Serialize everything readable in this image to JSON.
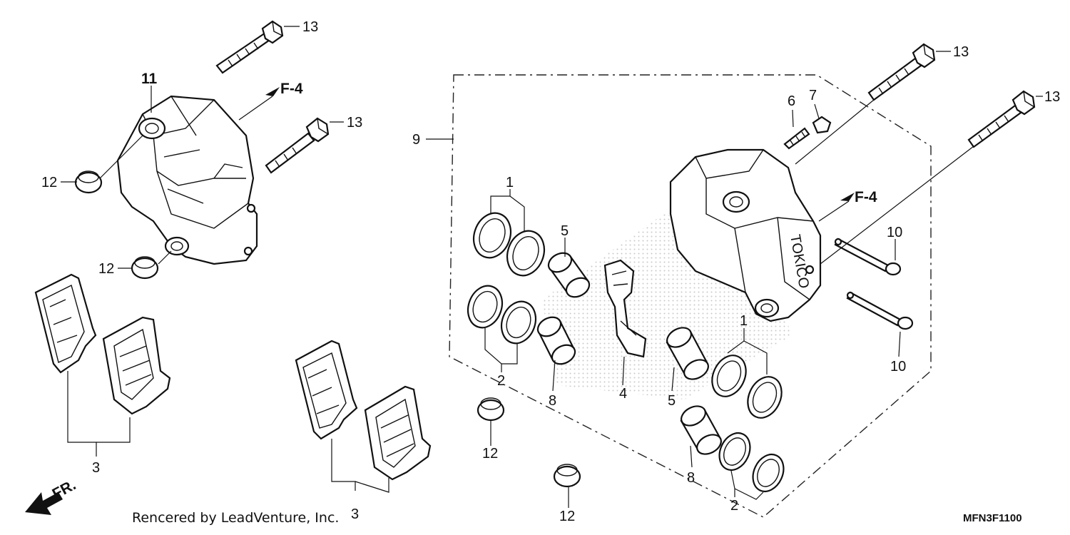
{
  "diagram": {
    "callouts": {
      "c1_top": "1",
      "c1_right": "1",
      "c2_left": "2",
      "c2_right": "2",
      "c3_left": "3",
      "c3_mid": "3",
      "c4": "4",
      "c5_top": "5",
      "c5_bottom": "5",
      "c6": "6",
      "c7": "7",
      "c8_left": "8",
      "c8_right": "8",
      "c9": "9",
      "c10_top": "10",
      "c10_bottom": "10",
      "c11": "11",
      "c12_a": "12",
      "c12_b": "12",
      "c12_c": "12",
      "c12_d": "12",
      "c13_a": "13",
      "c13_b": "13",
      "c13_c": "13",
      "c13_d": "13",
      "f4_left": "F-4",
      "f4_right": "F-4"
    },
    "front_arrow": "FR.",
    "credit": "Rencered by LeadVenture, Inc.",
    "diagram_code": "MFN3F1100",
    "caliper_brand": "TOKICO"
  }
}
